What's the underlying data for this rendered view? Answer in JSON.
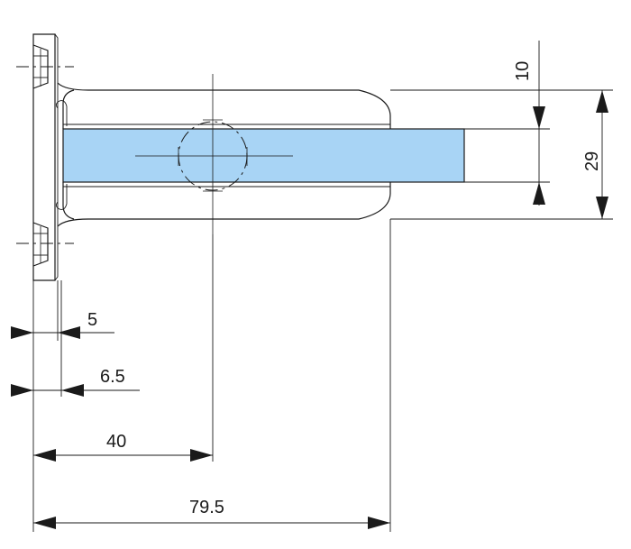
{
  "dimensions": {
    "d5": "5",
    "d6_5": "6.5",
    "d40": "40",
    "d79_5": "79.5",
    "d10": "10",
    "d29": "29"
  },
  "colors": {
    "glass": "#a8d4f5",
    "line": "#1a1a1a"
  }
}
